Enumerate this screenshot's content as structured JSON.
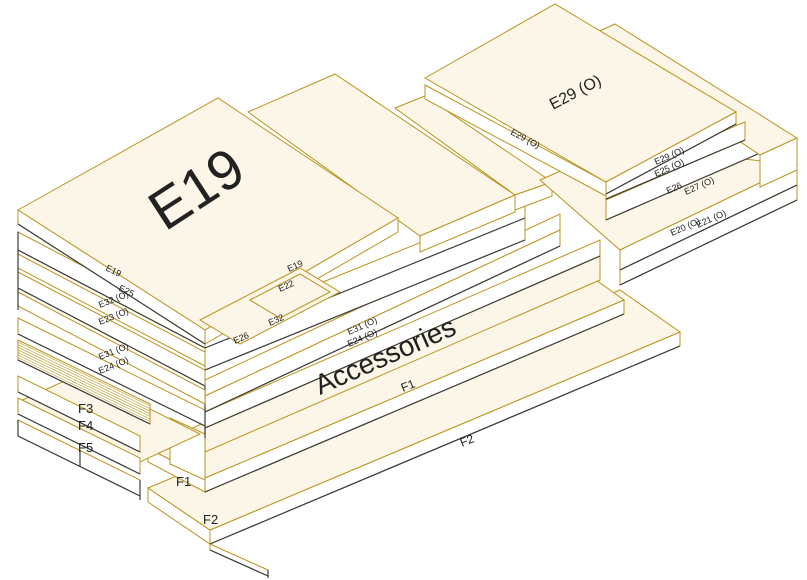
{
  "colors": {
    "top_face": "#fbf6e7",
    "side_face": "#ffffff",
    "outline": "#b8941e",
    "edge": "#3a3a3a",
    "text": "#222222",
    "slat": "#f3e6b8"
  },
  "labels": {
    "e19_big": "E19",
    "e29_big": "E29 (O)",
    "accessories": "Accessories",
    "e29_small": "E29 (O)",
    "e29_stack": "E29 (O)",
    "e25_stack": "E25 (O)",
    "e26": "E26",
    "e27": "E27 (O)",
    "e20": "E20 (O)",
    "e21": "E21 (O)",
    "e19_side": "E19",
    "e19_small": "E19",
    "e22": "E22",
    "e25_side": "E25",
    "e32_left": "E32 (O)",
    "e23": "E23 (O)",
    "e26_small": "E26",
    "e32_small": "E32",
    "e31_right": "E31 (O)",
    "e24_right": "E24 (O)",
    "e31_left": "E31 (O)",
    "e24_left": "E24 (O)",
    "f1_side": "F1",
    "f1_label": "F1",
    "f2_label": "F2",
    "f2_side": "F2",
    "f3": "F3",
    "f4": "F4",
    "f5": "F5"
  }
}
